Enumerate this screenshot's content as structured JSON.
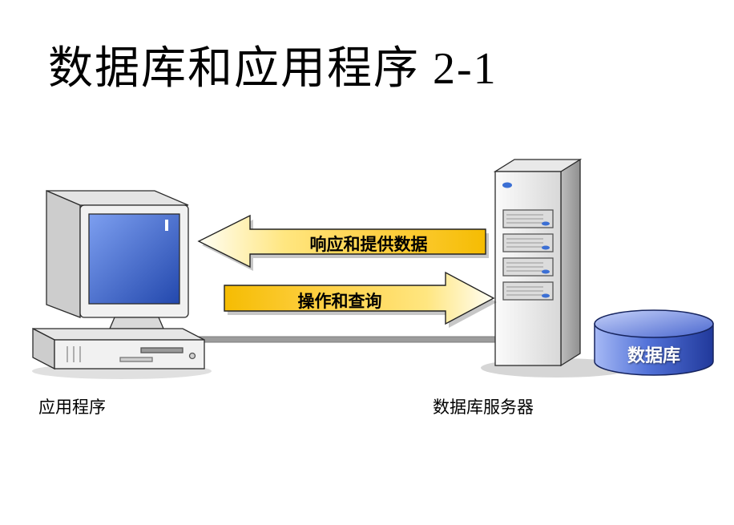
{
  "slide": {
    "title": "数据库和应用程序 2-1"
  },
  "diagram": {
    "arrow_top_label": "响应和提供数据",
    "arrow_bottom_label": "操作和查询",
    "computer_caption": "应用程序",
    "server_caption": "数据库服务器",
    "database_label": "数据库",
    "icons": [
      "desktop-computer-illustration",
      "server-tower-illustration",
      "database-cylinder-icon",
      "arrow-left-icon",
      "arrow-right-icon",
      "network-cable-line"
    ],
    "colors": {
      "background": "#ffffff",
      "arrow_gold": "#f5bc02",
      "arrow_pale": "#fffef5",
      "screen_blue_light": "#7d9ff0",
      "screen_blue_dark": "#2348ad",
      "cylinder_light": "#a6b9f5",
      "cylinder_dark": "#21399b",
      "machine_gray": "#f1f1f1",
      "line_gray": "#9c9c9c",
      "text_black": "#000000"
    }
  }
}
